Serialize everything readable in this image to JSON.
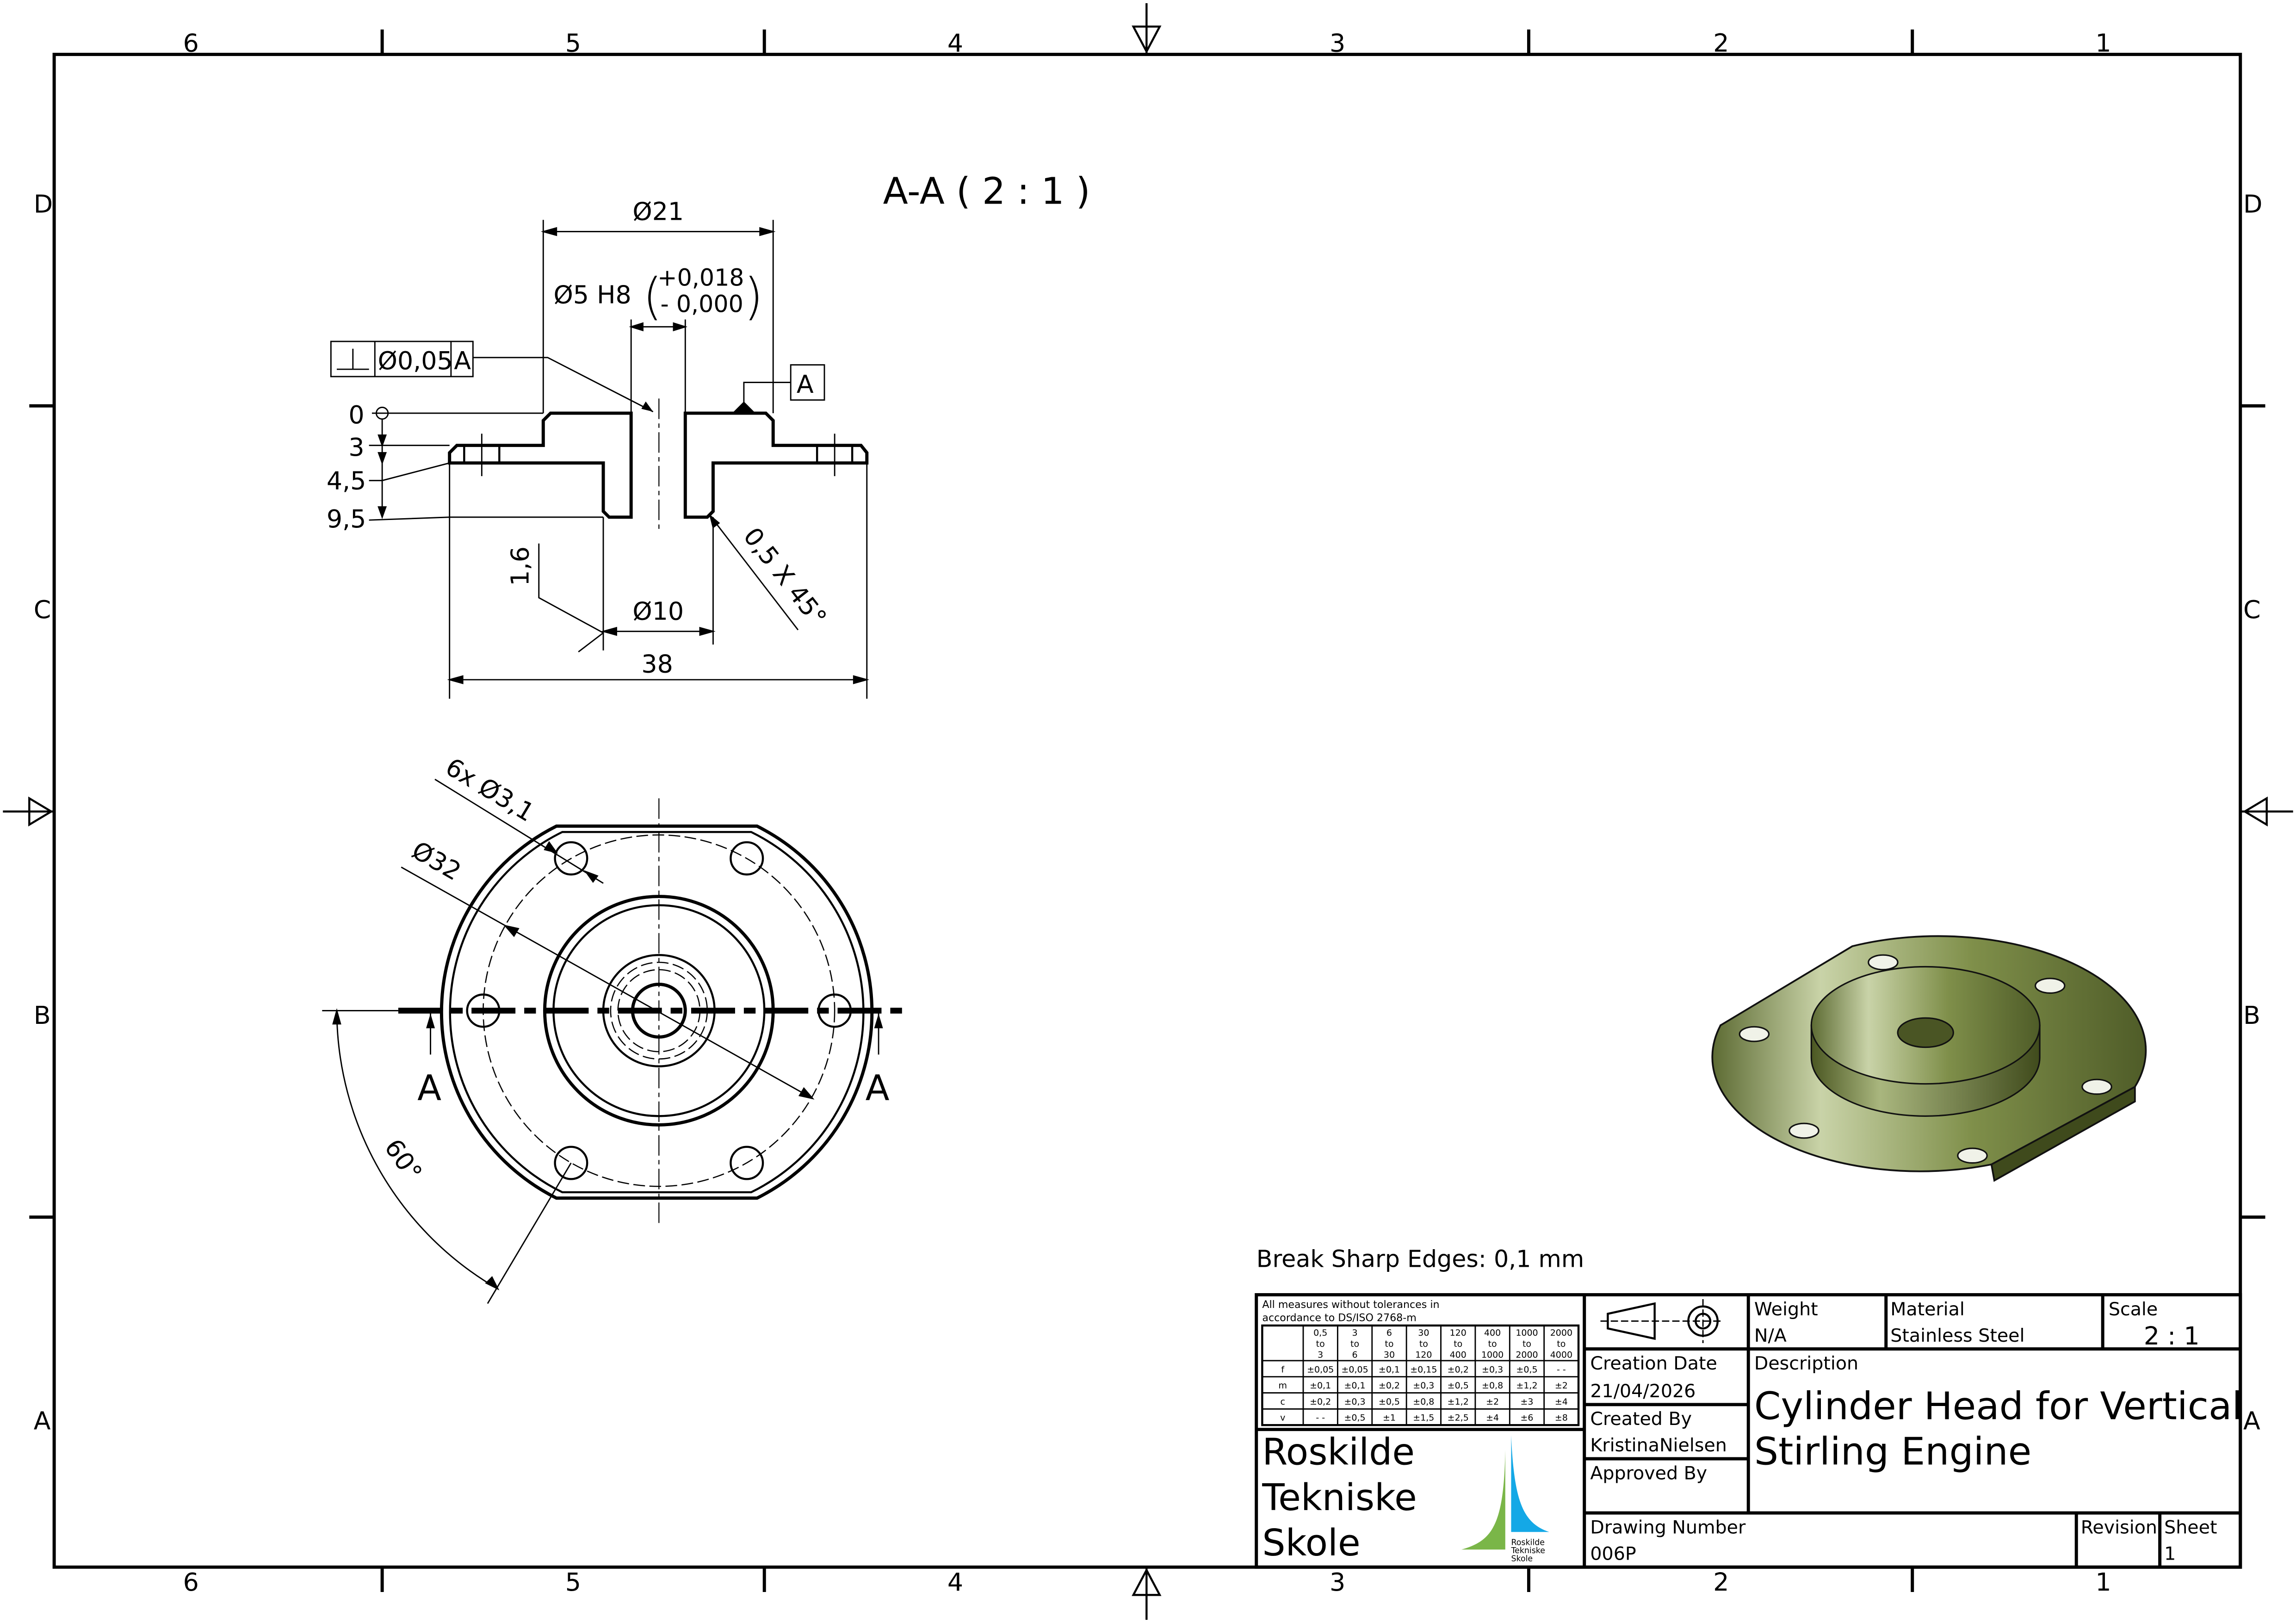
{
  "sheet": {
    "zones_top": [
      "6",
      "5",
      "4",
      "3",
      "2",
      "1"
    ],
    "zones_left": [
      "D",
      "C",
      "B",
      "A"
    ]
  },
  "section_view": {
    "title": "A-A ( 2 : 1 )",
    "dims": {
      "d21": "Ø21",
      "d5": "Ø5 H8",
      "tol_upper": "+0,018",
      "tol_lower": "- 0,000",
      "fcf_symbol": "⊥",
      "fcf_value": "Ø0,05",
      "fcf_datum": "A",
      "datum": "A",
      "ord0": "0",
      "ord3": "3",
      "ord45": "4,5",
      "ord95": "9,5",
      "roughness": "1,6",
      "d10": "Ø10",
      "d38": "38",
      "chamfer": "0,5 X 45°"
    }
  },
  "plan_view": {
    "holes": "6x Ø3,1",
    "d32": "Ø32",
    "angle": "60°",
    "section_label_left": "A",
    "section_label_right": "A"
  },
  "iso_view": {
    "color": "#7f8f4a"
  },
  "note": "Break Sharp Edges: 0,1 mm",
  "tolerance_table": {
    "caption_line1": "All measures without tolerances in",
    "caption_line2": "accordance to DS/ISO 2768-m",
    "ranges": [
      [
        "0,5",
        "to",
        "3"
      ],
      [
        "3",
        "to",
        "6"
      ],
      [
        "6",
        "to",
        "30"
      ],
      [
        "30",
        "to",
        "120"
      ],
      [
        "120",
        "to",
        "400"
      ],
      [
        "400",
        "to",
        "1000"
      ],
      [
        "1000",
        "to",
        "2000"
      ],
      [
        "2000",
        "to",
        "4000"
      ]
    ],
    "rows": [
      {
        "class": "f",
        "values": [
          "±0,05",
          "±0,05",
          "±0,1",
          "±0,15",
          "±0,2",
          "±0,3",
          "±0,5",
          "- -"
        ]
      },
      {
        "class": "m",
        "values": [
          "±0,1",
          "±0,1",
          "±0,2",
          "±0,3",
          "±0,5",
          "±0,8",
          "±1,2",
          "±2"
        ]
      },
      {
        "class": "c",
        "values": [
          "±0,2",
          "±0,3",
          "±0,5",
          "±0,8",
          "±1,2",
          "±2",
          "±3",
          "±4"
        ]
      },
      {
        "class": "v",
        "values": [
          "- -",
          "±0,5",
          "±1",
          "±1,5",
          "±2,5",
          "±4",
          "±6",
          "±8"
        ]
      }
    ]
  },
  "school": {
    "name_line1": "Roskilde",
    "name_line2": "Tekniske",
    "name_line3": "Skole",
    "logo_text": "Roskilde Tekniske Skole",
    "logo_green": "#7ab648",
    "logo_blue": "#14a8e6"
  },
  "title_block": {
    "weight_label": "Weight",
    "weight_value": "N/A",
    "material_label": "Material",
    "material_value": "Stainless Steel",
    "scale_label": "Scale",
    "scale_value": "2 : 1",
    "creation_date_label": "Creation Date",
    "creation_date_value": "21/04/2026",
    "created_by_label": "Created By",
    "created_by_value": "KristinaNielsen",
    "approved_by_label": "Approved By",
    "description_label": "Description",
    "description_line1": "Cylinder Head for Vertical",
    "description_line2": "Stirling Engine",
    "drawing_number_label": "Drawing Number",
    "drawing_number_value": "006P",
    "revision_label": "Revision",
    "sheet_label": "Sheet",
    "sheet_value": "1"
  }
}
